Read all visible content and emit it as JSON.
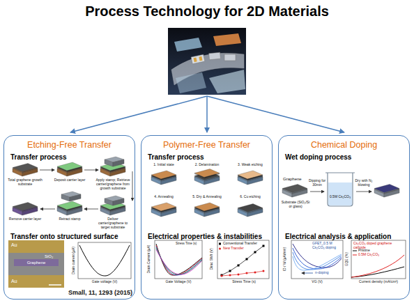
{
  "diagram": {
    "title": "Process Technology for 2D Materials",
    "nodes": [
      {
        "text": [
          "Etching-Free Transfer",
          "Transfer process",
          "Transfer onto structured surface"
        ]
      },
      {
        "text": [
          "Polymer-Free Transfer",
          "Transfer process",
          "Electrical properties & instabilities"
        ]
      },
      {
        "text": [
          "Chemical Doping",
          "Wet doping process",
          "Electrical analysis & application"
        ]
      }
    ],
    "labels": [
      "Total graphene growth substrate",
      "Deposit carrier layer",
      "Apply stamp; Retrieve carrier/graphene from growth substrate",
      "Deliver carrier/graphene to target substrate",
      "Retract stamp",
      "Remove carrier layer",
      "Au",
      "SiO₂",
      "Graphene",
      "Au",
      "Drain current (μA)",
      "Gate voltage (V)",
      "Small, 11, 1293 (2015)",
      "1. Initial state",
      "2. Delamination",
      "3. Weak etching",
      "4. Annealing",
      "5. Dry & Annealing",
      "6. Cu etching",
      "Drain Current (μA)",
      "Gate Voltage (V)",
      "Stress Time (s)",
      "Dirac Shift (V)",
      "Stress Time (s)",
      "Conventional Transfer",
      "New Transfer",
      "Graphene",
      "Substrate (SiO₂/Si or glass)",
      "Dipping for 30min",
      "0.5M Cs₂CO₃",
      "Dry with N₂ blowing",
      "ID / W (μA/mm)",
      "VG (V)",
      "GFET_0.5 M Cs₂CO₃ doping",
      "n-doping",
      "EQE (%)",
      "Current density (mA/cm²)",
      "Cs₂CO₃ doped graphene cathode",
      "Pristine",
      "0.5M Cs₂CO₃"
    ]
  }
}
